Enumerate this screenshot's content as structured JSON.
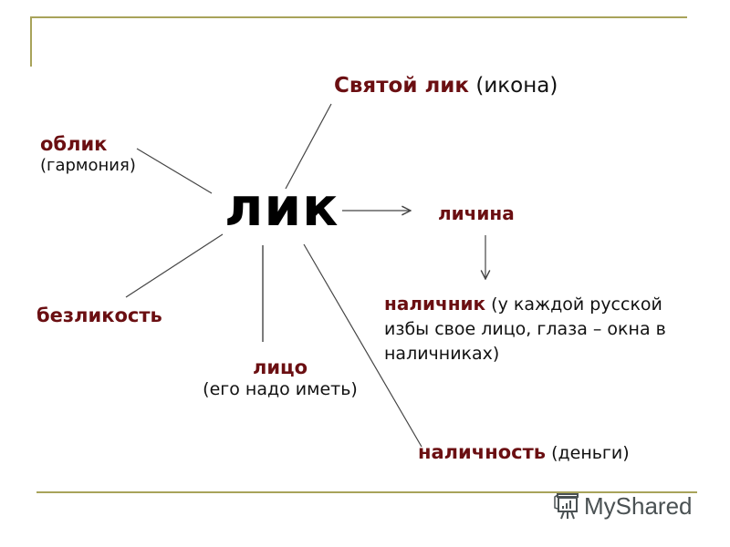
{
  "diagram": {
    "center": {
      "label": "лик"
    },
    "nodes": {
      "svyatoy_lik": {
        "key": "Святой лик",
        "gloss": "(икона)"
      },
      "oblik": {
        "key": "облик",
        "gloss": "(гармония)"
      },
      "lichina": {
        "key": "личина"
      },
      "nalichnik": {
        "key": "наличник",
        "gloss": "(у каждой русской избы свое лицо, глаза – окна в наличниках)"
      },
      "bezlikost": {
        "key": "безликость"
      },
      "litso": {
        "key": "лицо",
        "gloss": "(его надо иметь)"
      },
      "nalichnost": {
        "key": "наличность",
        "gloss": "(деньги)"
      }
    },
    "edges": [
      {
        "from": "лик",
        "to": "Святой лик",
        "type": "line"
      },
      {
        "from": "лик",
        "to": "облик",
        "type": "line"
      },
      {
        "from": "лик",
        "to": "безликость",
        "type": "line"
      },
      {
        "from": "лик",
        "to": "лицо",
        "type": "line"
      },
      {
        "from": "лик",
        "to": "наличность",
        "type": "line"
      },
      {
        "from": "лик",
        "to": "личина",
        "type": "arrow"
      },
      {
        "from": "личина",
        "to": "наличник",
        "type": "arrow"
      }
    ],
    "colors": {
      "key_text": "#6b0f12",
      "gloss_text": "#111111",
      "frame": "#a8a35a",
      "lines": "#444444"
    }
  },
  "watermark": {
    "text": "MyShared",
    "icon": "presentation-board-icon"
  }
}
